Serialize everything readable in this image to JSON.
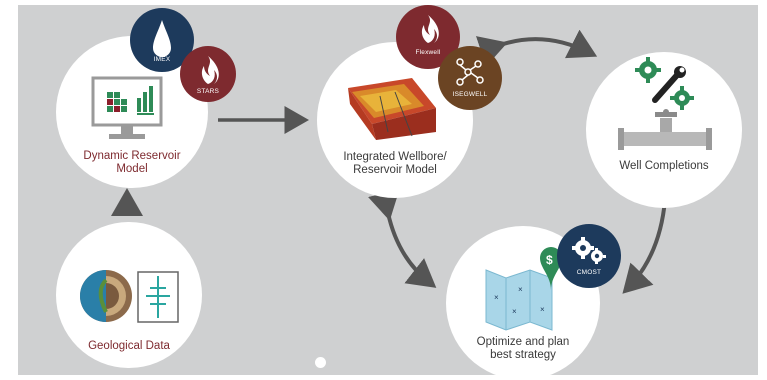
{
  "nodes": {
    "dynamic_reservoir_model": "Dynamic Reservoir Model",
    "geological_data": "Geological Data",
    "integrated_model": "Integrated Wellbore/ Reservoir Model",
    "well_completions": "Well Completions",
    "optimize_plan": "Optimize and plan best strategy"
  },
  "badges": {
    "imex": "IMEX",
    "stars": "STARS",
    "flexwell": "Flexwell",
    "isegwell": "ISEGWELL",
    "cmost": "CMOST"
  },
  "colors": {
    "navy": "#1d3a5c",
    "maroon": "#7e2a2f",
    "brown": "#6b4423",
    "green": "#2e8b57",
    "arrow": "#555555"
  },
  "icons": [
    "oil-drop-icon",
    "flame-icon",
    "monitor-icon",
    "geology-icon",
    "wellbore-log-icon",
    "reservoir-grid-icon",
    "network-icon",
    "gears-wrench-icon",
    "pipe-valve-icon",
    "map-icon",
    "dollar-pin-icon",
    "gears-icon"
  ]
}
